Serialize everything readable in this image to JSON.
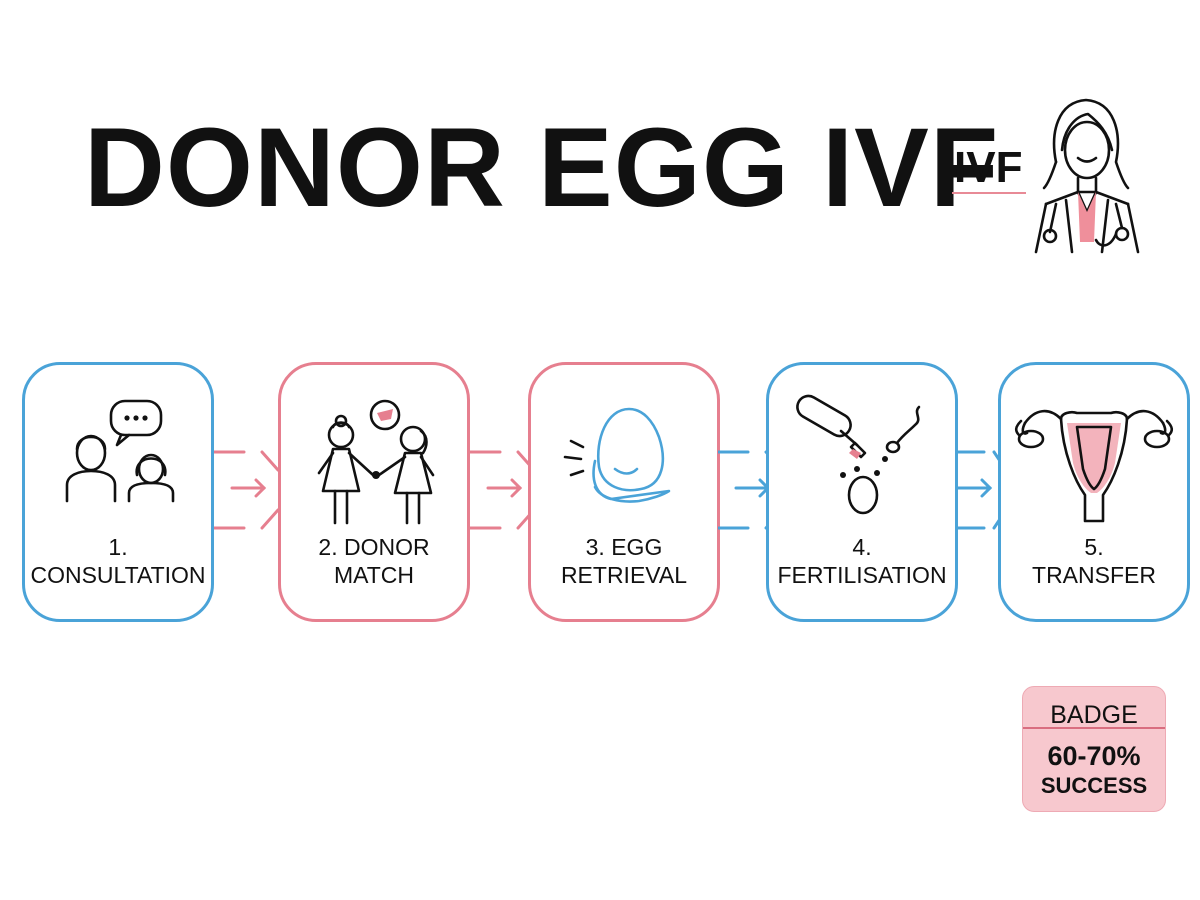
{
  "title": "DONOR EGG IVF",
  "tag": "IVF",
  "steps": [
    {
      "line1": "1.",
      "line2": "CONSULTATION"
    },
    {
      "line1": "2. DONOR",
      "line2": "MATCH"
    },
    {
      "line1": "3. EGG",
      "line2": "RETRIEVAL"
    },
    {
      "line1": "4.",
      "line2": "FERTILISATION"
    },
    {
      "line1": "5.",
      "line2": "TRANSFER"
    }
  ],
  "badge": {
    "title": "BADGE",
    "value": "60-70%",
    "sub": "SUCCESS"
  },
  "colors": {
    "blue": "#4aa3d8",
    "pink": "#e67f8f",
    "badge_bg": "#f7c8ce"
  },
  "icons": [
    "doctor-icon",
    "consultation-icon",
    "donor-match-icon",
    "egg-icon",
    "fertilisation-icon",
    "uterus-icon"
  ]
}
